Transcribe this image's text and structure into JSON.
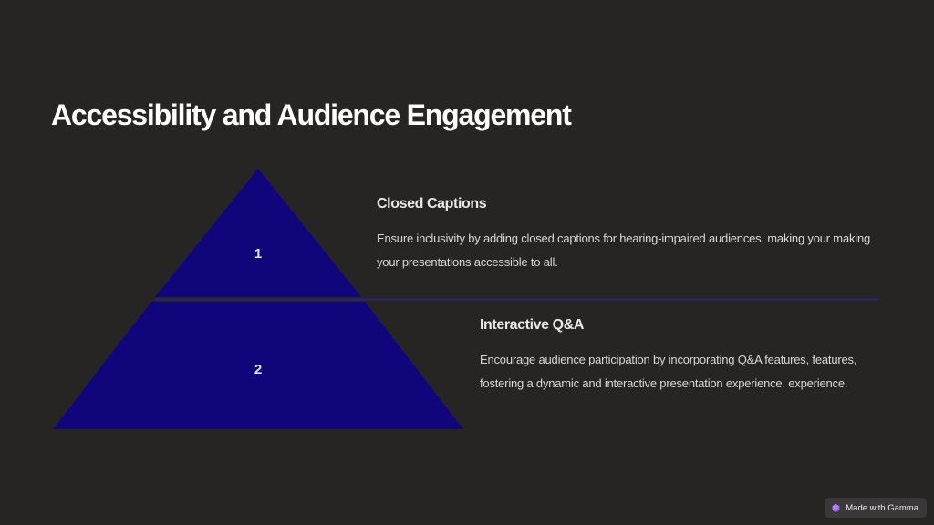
{
  "slide": {
    "title": "Accessibility and Audience Engagement"
  },
  "levels": [
    {
      "number": "1",
      "heading": "Closed Captions",
      "body": "Ensure inclusivity by adding closed captions for hearing-impaired audiences, making your making your presentations accessible to all."
    },
    {
      "number": "2",
      "heading": "Interactive Q&A",
      "body": "Encourage audience participation by incorporating Q&A features, features, fostering a dynamic and interactive presentation experience. experience."
    }
  ],
  "badge": {
    "label": "Made with Gamma",
    "icon": "gamma-logo-icon"
  },
  "colors": {
    "background": "#272424",
    "pyramid_fill": "#10057b",
    "divider": "#2b2560"
  }
}
